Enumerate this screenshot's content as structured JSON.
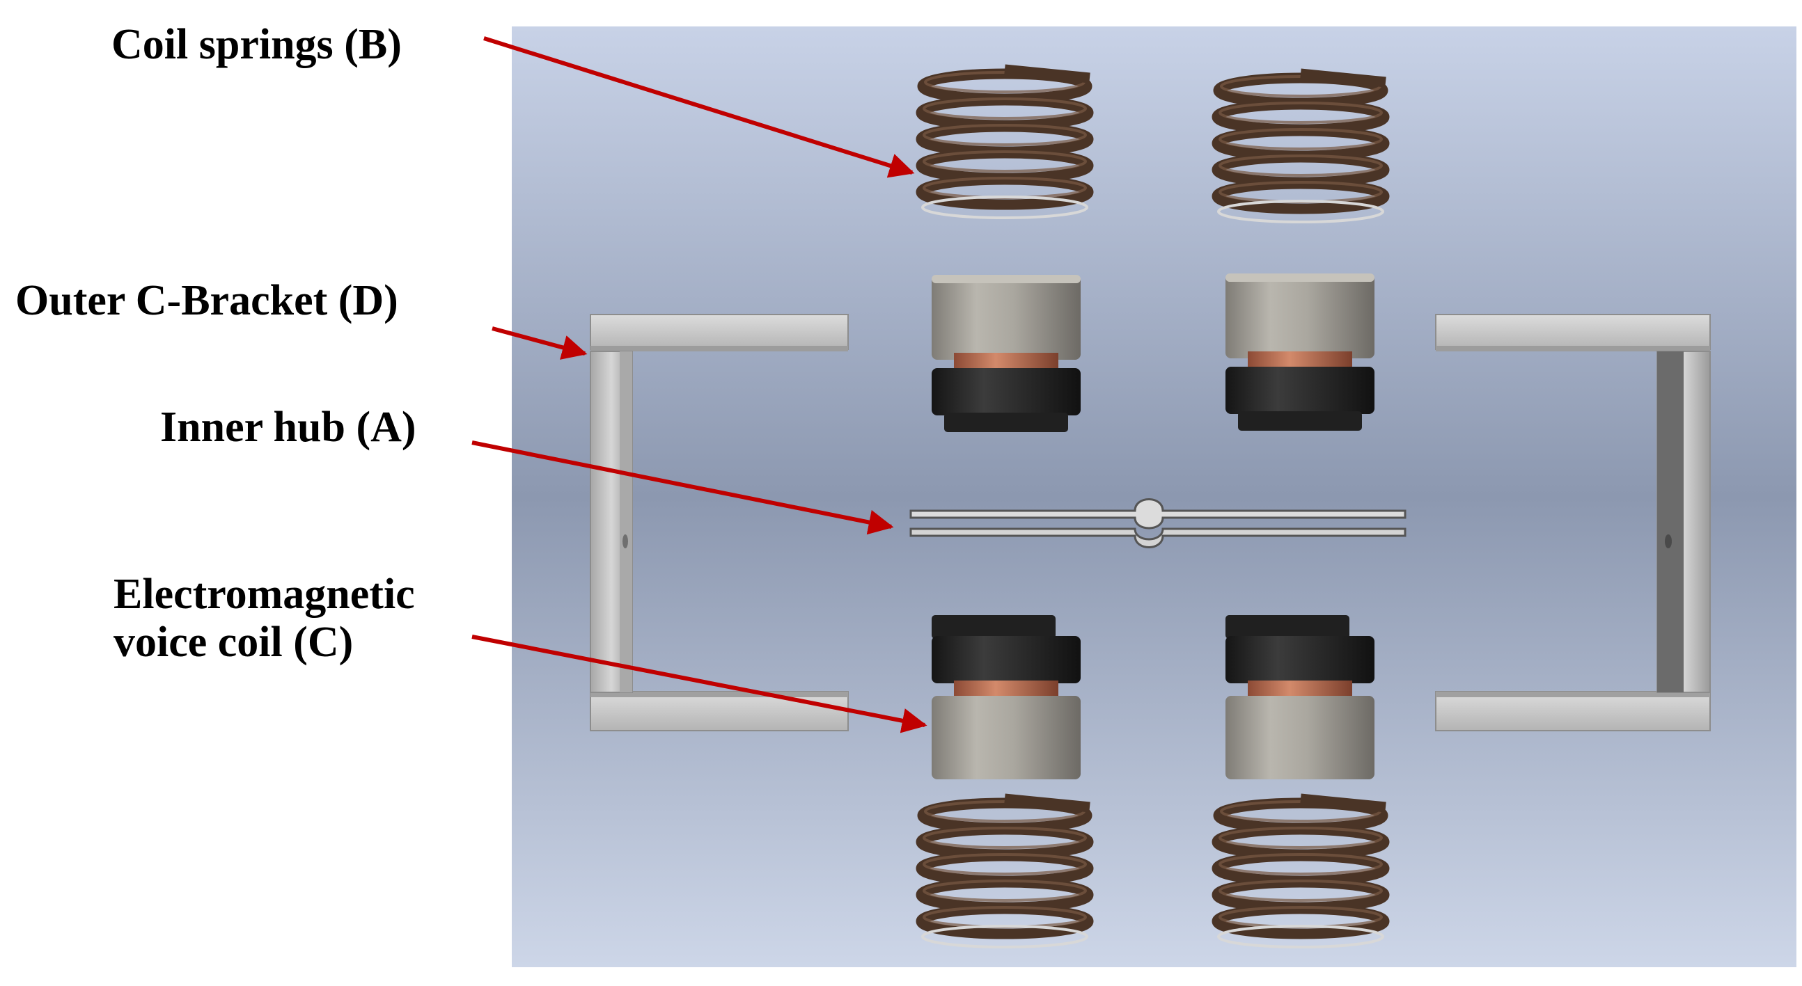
{
  "labels": {
    "coil_springs": "Coil springs (B)",
    "outer_bracket": "Outer C-Bracket (D)",
    "inner_hub": "Inner hub (A)",
    "voice_coil_line1": "Electromagnetic",
    "voice_coil_line2": "voice coil (C)"
  },
  "colors": {
    "arrow": "#c00000",
    "spring": "#4a3426",
    "bracket": "#c9c9c9",
    "magnet_gray": "#a8a59d",
    "coil_copper": "#c77a5e",
    "magnet_dark": "#2b2b2b",
    "background_top": "#c5cfe4",
    "background_mid": "#8d99b2"
  }
}
